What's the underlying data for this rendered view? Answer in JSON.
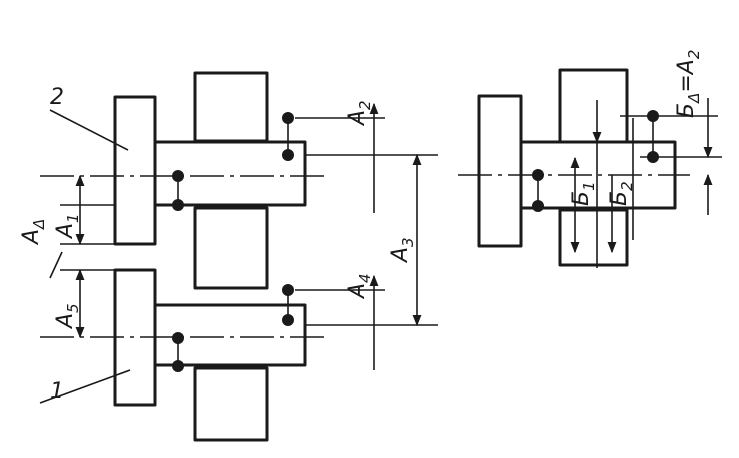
{
  "figure": {
    "callouts": {
      "part_top": "2",
      "part_bottom": "1"
    },
    "dimensions": {
      "A_delta": {
        "base": "A",
        "sub": "Δ"
      },
      "A1": {
        "base": "A",
        "sub": "1"
      },
      "A2": {
        "base": "A",
        "sub": "2"
      },
      "A3": {
        "base": "A",
        "sub": "3"
      },
      "A4": {
        "base": "A",
        "sub": "4"
      },
      "A5": {
        "base": "A",
        "sub": "5"
      },
      "B1": {
        "base": "Б",
        "sub": "1"
      },
      "B2": {
        "base": "Б",
        "sub": "2"
      },
      "B_delta": {
        "base": "Б",
        "sub": "Δ",
        "rest": "=A",
        "rest_sub": "2"
      }
    }
  }
}
